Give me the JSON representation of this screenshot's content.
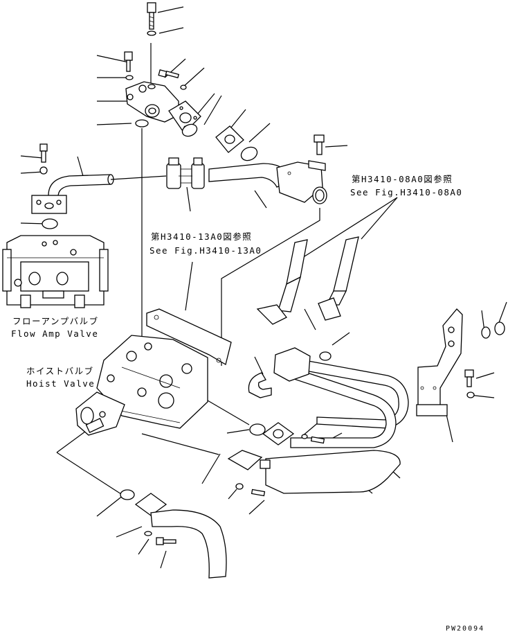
{
  "references": {
    "upper_jp": "第H3410-08A0図参照",
    "upper_en": "See Fig.H3410-08A0",
    "middle_jp": "第H3410-13A0図参照",
    "middle_en": "See Fig.H3410-13A0"
  },
  "components": {
    "flow_amp_valve_jp": "フローアンプバルブ",
    "flow_amp_valve_en": "Flow Amp Valve",
    "hoist_valve_jp": "ホイストバルブ",
    "hoist_valve_en": "Hoist Valve"
  },
  "drawing_code": "PW20094"
}
